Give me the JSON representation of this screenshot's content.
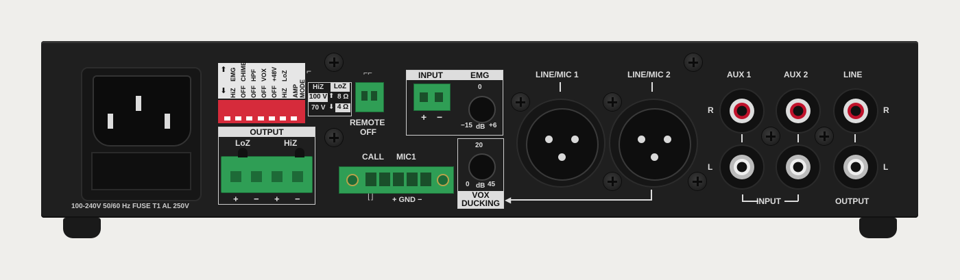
{
  "power": {
    "label": "100-240V  50/60 Hz  FUSE T1 AL 250V"
  },
  "dip": {
    "labels": [
      "HiZ",
      "OFF",
      "OFF",
      "OFF",
      "OFF",
      "HiZ",
      "AMP MODE"
    ],
    "labels2": [
      "EMG",
      "CHIME",
      "HPF",
      "VOX",
      "+48V",
      "LoZ"
    ],
    "table_hiz": "HiZ",
    "table_loz": "LoZ",
    "v100": "100 V",
    "v70": "70 V",
    "o8": "8 Ω",
    "o4": "4 Ω"
  },
  "remote": {
    "label_line1": "REMOTE",
    "label_line2": "OFF"
  },
  "output": {
    "title": "OUTPUT",
    "loz": "LoZ",
    "hiz": "HiZ",
    "plus": "+",
    "minus": "−"
  },
  "call_mic": {
    "call": "CALL",
    "mic": "MIC1",
    "gnd": "+ GND −"
  },
  "input_emg": {
    "input": "INPUT",
    "emg": "EMG",
    "plus": "+",
    "minus": "−",
    "zero": "0",
    "min": "−15",
    "db": "dB",
    "max": "+6"
  },
  "vox": {
    "top": "20",
    "zero": "0",
    "db": "dB",
    "max": "45",
    "label1": "VOX",
    "label2": "DUCKING"
  },
  "xlr": {
    "mic1": "LINE/MIC 1",
    "mic2": "LINE/MIC 2"
  },
  "rca": {
    "aux1": "AUX 1",
    "aux2": "AUX 2",
    "line": "LINE",
    "r": "R",
    "l": "L",
    "input": "INPUT",
    "output": "OUTPUT"
  }
}
